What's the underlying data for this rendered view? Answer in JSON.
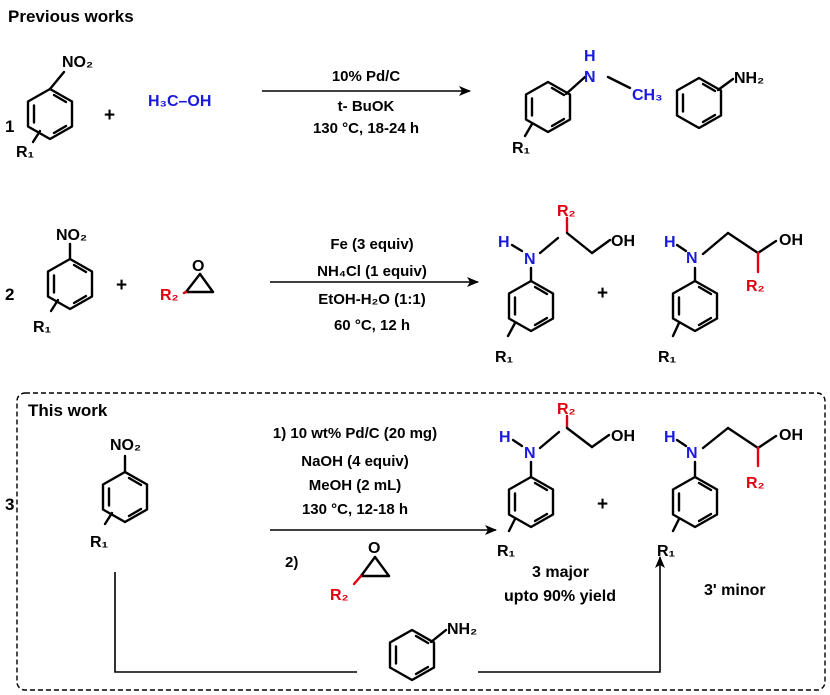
{
  "header": "Previous works",
  "box_label": "This work",
  "row1": {
    "number": "1",
    "plus": "+",
    "methanol": "H₃C–OH",
    "cond": [
      "10% Pd/C",
      "t- BuOK",
      "130 °C, 18-24 h"
    ],
    "nitro": "NO₂",
    "r1": "R₁",
    "nh": "H",
    "nh_n": "N",
    "ch3": "CH₃",
    "nh2": "NH₂"
  },
  "row2": {
    "number": "2",
    "plus": "+",
    "plus2": "+",
    "cond": [
      "Fe (3 equiv)",
      "NH₄Cl (1 equiv)",
      "EtOH-H₂O (1:1)",
      "60 °C, 12 h"
    ],
    "nitro": "NO₂",
    "r1": "R₁",
    "r2": "R₂",
    "o": "O",
    "h": "H",
    "n": "N",
    "oh": "OH"
  },
  "row3": {
    "number": "3",
    "plus": "+",
    "cond": [
      "1) 10 wt% Pd/C (20 mg)",
      "NaOH (4 equiv)",
      "MeOH (2 mL)",
      "130 °C, 12-18 h"
    ],
    "step2": "2)",
    "nitro": "NO₂",
    "r1": "R₁",
    "r2": "R₂",
    "o": "O",
    "h": "H",
    "n": "N",
    "oh": "OH",
    "nh2": "NH₂",
    "major_num": "3",
    "major_label": "3 major",
    "yield": "upto 90% yield",
    "minor_label": "3' minor"
  }
}
